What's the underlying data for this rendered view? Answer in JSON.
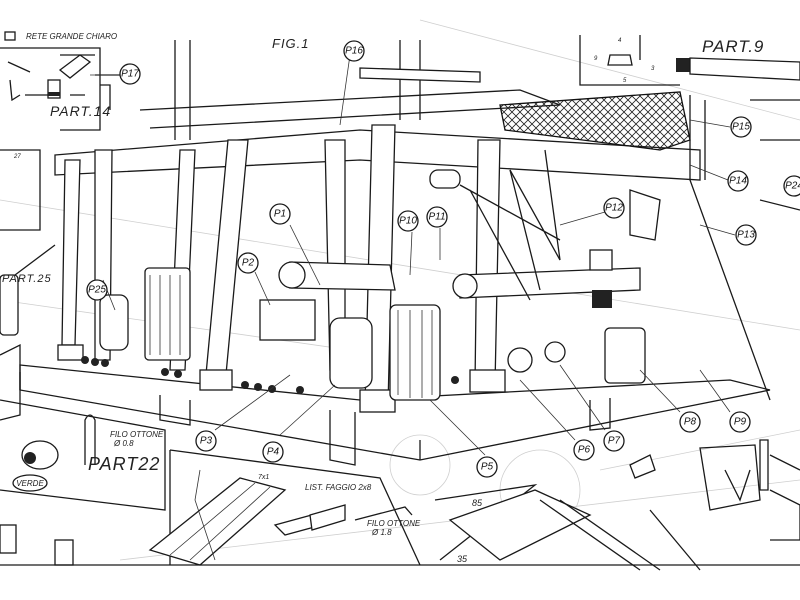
{
  "figure_title": "FIG.1",
  "header_note": "RETE GRANDE CHIARO",
  "parts": {
    "part9": "PART.9",
    "part14": "PART.14",
    "part25": "PART.25",
    "part22": "PART22"
  },
  "callouts": {
    "p1": "P1",
    "p2": "P2",
    "p3": "P3",
    "p4": "P4",
    "p5": "P5",
    "p6": "P6",
    "p7": "P7",
    "p8": "P8",
    "p9": "P9",
    "p10": "P10",
    "p11": "P11",
    "p12": "P12",
    "p13": "P13",
    "p14": "P14",
    "p15": "P15",
    "p16": "P16",
    "p17": "P17",
    "p24": "P24",
    "p25": "P25"
  },
  "notes": {
    "wire_small_line1": "FILO OTTONE",
    "wire_small_line2": "Ø 0.8",
    "wire_large_line1": "FILO OTTONE",
    "wire_large_line2": "Ø 1.8",
    "strip": "LIST. FAGGIO 2x8",
    "strip_size": "7x1",
    "color_tag": "VERDE"
  },
  "dimensions": {
    "d85": "85",
    "d35": "35",
    "d27": "27",
    "d4": "4",
    "d9": "9",
    "d3": "3",
    "d5": "5"
  }
}
